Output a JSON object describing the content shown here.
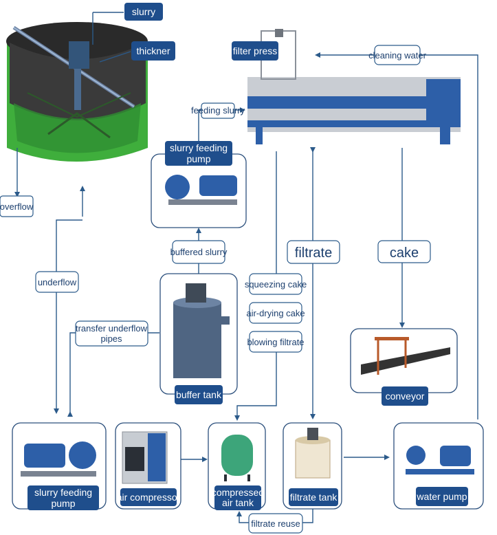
{
  "labels": {
    "slurry": "slurry",
    "thickner": "thickner",
    "overflow": "overflow",
    "underflow": "underflow",
    "filter_press": "filter press",
    "cleaning_water": "cleaning water",
    "feeding_slurry": "feeding slurry",
    "slurry_feeding_pump_top_line1": "slurry feeding",
    "slurry_feeding_pump_top_line2": "pump",
    "buffered_slurry": "buffered slurry",
    "transfer_line1": "transfer underflow",
    "transfer_line2": "pipes",
    "buffer_tank": "buffer tank",
    "squeezing_cake": "squeezing cake",
    "air_drying_cake": "air-drying cake",
    "blowing_filtrate": "blowing filtrate",
    "filtrate": "filtrate",
    "cake": "cake",
    "conveyor": "conveyor",
    "slurry_feeding_pump_bottom_line1": "slurry feeding",
    "slurry_feeding_pump_bottom_line2": "pump",
    "air_compressor": "air compressor",
    "compressed_line1": "compressed",
    "compressed_line2": "air tank",
    "filtrate_tank": "filtrate tank",
    "water_pump": "water pump",
    "filtrate_reuse": "filtrate reuse"
  },
  "colors": {
    "label_dark": "#1f4e8c",
    "line": "#2b5a8a",
    "thickener_green": "#3fae3c",
    "machine_blue": "#2d5fa8",
    "tank_green": "#3da57a"
  }
}
